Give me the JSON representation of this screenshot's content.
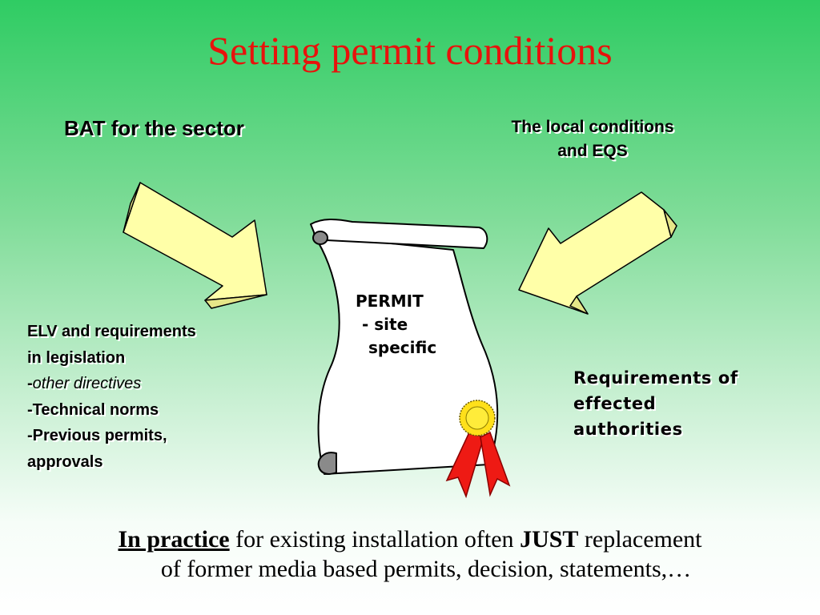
{
  "slide": {
    "title": "Setting permit conditions",
    "title_color": "#e8120c"
  },
  "left_top": {
    "text": "BAT for the sector"
  },
  "right_top": {
    "line1": "The local conditions",
    "line2": "and EQS"
  },
  "left_bottom": {
    "line1": "ELV and requirements",
    "line2": "in legislation",
    "line3_prefix": "-",
    "line3": "other directives",
    "line4_prefix": "-",
    "line4": "Technical norms",
    "line5_prefix": "-",
    "line5": "Previous permits,",
    "line6": "approvals"
  },
  "right_bottom": {
    "line1": "Requirements of",
    "line2": "effected",
    "line3": "authorities"
  },
  "permit": {
    "line1": "PERMIT",
    "line2": "- site",
    "line3": "specific"
  },
  "footer": {
    "lead": "In practice",
    "part1": " for existing installation often ",
    "emph": "JUST",
    "part2": " replacement",
    "line2": "of former media based permits, decision, statements,…"
  },
  "colors": {
    "arrow_fill": "#ffffa8",
    "arrow_shade": "#e6e688",
    "scroll_fill": "#ffffff",
    "scroll_curl": "#8a8a8a",
    "seal_gold": "#ffe01a",
    "ribbon_red": "#ee1a14"
  },
  "icons": [
    "arrow-left-icon",
    "arrow-right-icon",
    "scroll-icon",
    "seal-icon"
  ]
}
